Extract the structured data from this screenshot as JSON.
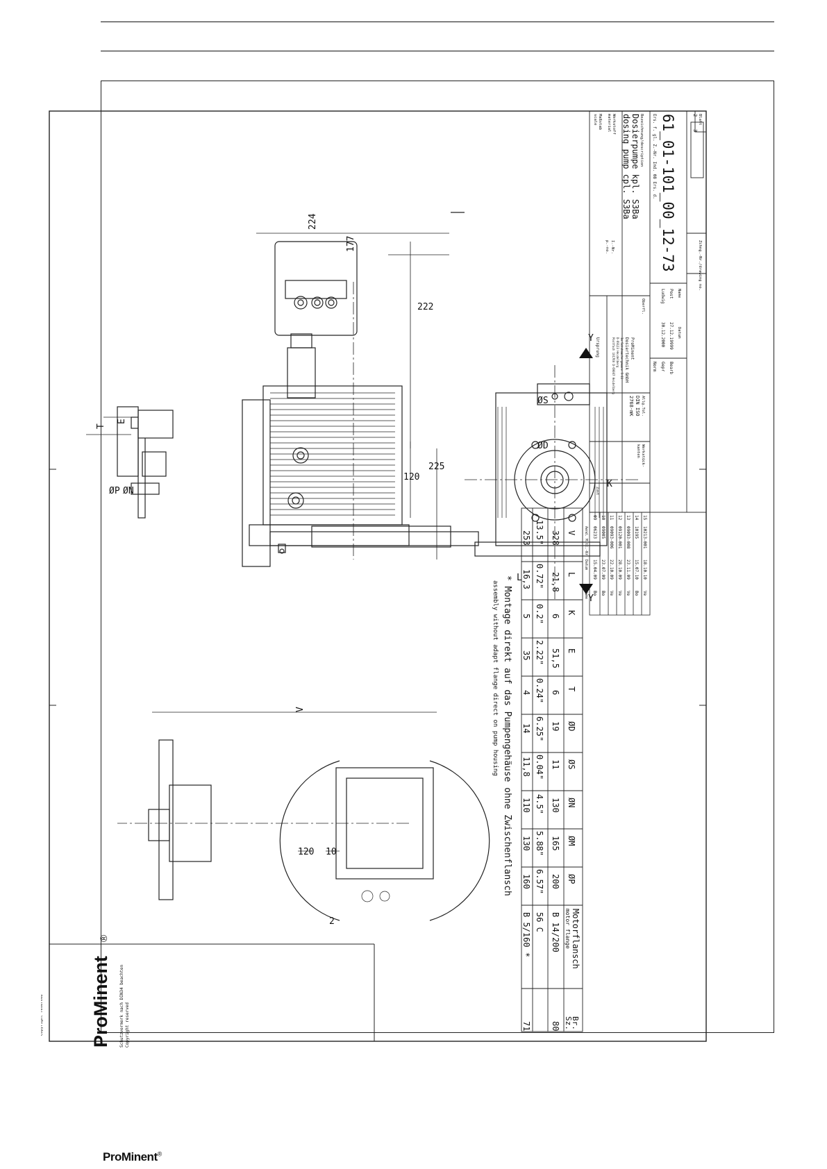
{
  "brand": {
    "name": "ProMinent",
    "registered": "®",
    "copyright": "Schutzvermerk nach DIN34 beachten",
    "copyright2": "Copyright reserved"
  },
  "footer": {
    "logo": "ProMinent",
    "mark": "®"
  },
  "drawing": {
    "dims": {
      "d224": "224",
      "d177": "177",
      "d222": "222",
      "d225": "225",
      "d120": "120",
      "dP": "ØP",
      "dN": "ØN",
      "dE": "E",
      "dT": "T",
      "dS": "ØS",
      "dD": "ØD",
      "dK": "K",
      "dL": "L",
      "dY": "Y",
      "dV": "V",
      "d10": "10",
      "d120b": "120",
      "d2": "2"
    },
    "note_de": "* Montage direkt auf das Pumpengehäuse ohne Zwischenflansch",
    "note_en": "assembly without adapt flange direct on pump housing"
  },
  "table": {
    "headers": [
      {
        "de": "Br.",
        "en": "Sz."
      },
      {
        "de": "Motorflansch",
        "en": "motor flange"
      },
      {
        "de": "ØP",
        "en": ""
      },
      {
        "de": "ØM",
        "en": ""
      },
      {
        "de": "ØN",
        "en": ""
      },
      {
        "de": "ØS",
        "en": ""
      },
      {
        "de": "ØD",
        "en": ""
      },
      {
        "de": "T",
        "en": ""
      },
      {
        "de": "E",
        "en": ""
      },
      {
        "de": "K",
        "en": ""
      },
      {
        "de": "L",
        "en": ""
      },
      {
        "de": "V",
        "en": ""
      }
    ],
    "rows": [
      [
        "80",
        "B 14/200",
        "200",
        "165",
        "130",
        "11",
        "19",
        "6",
        "51,5",
        "6",
        "21,8",
        "328"
      ],
      [
        "",
        "56 C",
        "6.57\"",
        "5.88\"",
        "4.5\"",
        "0.04\"",
        "6.25\"",
        "0.24\"",
        "2.22\"",
        "0.2\"",
        "0.72\"",
        "13.5\""
      ],
      [
        "71",
        "B 5/160   *",
        "160",
        "130",
        "110",
        "11,8",
        "14",
        "4",
        "35",
        "5",
        "16,3",
        "253"
      ]
    ]
  },
  "titleblock": {
    "massstab": "Maßstab",
    "scale": "scale",
    "inr": "I.-Nr.",
    "pno": "p.-no.",
    "werkstoff": "Werkstoff",
    "material": "material",
    "werkstueck": "Werkstück-",
    "kanten": "kanten",
    "allg": "Allg.Tol.",
    "din": "DIN ISO",
    "mk": "2768-mK",
    "oberfl": "Oberfl.",
    "bez": "Bezeichnung/description",
    "desc1": "Dosierpumpe kpl. S3Ba",
    "desc2": "dosing pump cpl. S3Ba",
    "drawno_label": "Zchng.-Nr./drawing no.",
    "drawno": "61_01-101_00_12-73",
    "blatt": "Blatt",
    "blatt_vals": [
      "1",
      "2",
      "3"
    ],
    "bl": "Bl.",
    "ers": "Ers. f.  gl. Z.-Nr. Ind. 08  Ers. d.",
    "datum": "Datum",
    "name": "Name",
    "bearb": "Bearb",
    "bearb_date": "27.12.19999",
    "bearb_name": "Post",
    "gepr": "Gepr",
    "gepr_date": "30.12.2000",
    "gepr_name": "Ludwig",
    "norm": "Norm",
    "company": [
      "ProMinent",
      "Dosiertechnik GmbH",
      "Im Schuhmachergewann 5-11",
      "D-69123 Heidelberg",
      "Postfach 101760  D-69007 Heidelberg"
    ],
    "urspr": "Ursprung",
    "revhead": [
      "Zust",
      "Aend. Mitt.-Nr",
      "Datum",
      "Name"
    ],
    "revs": [
      [
        "15",
        "10213-001",
        "18.10.10",
        "Ve"
      ],
      [
        "14",
        "10195",
        "15.07.10",
        "Bo"
      ],
      [
        "13",
        "09093-008",
        "23.11.09",
        "Ve"
      ],
      [
        "12",
        "09120-001",
        "28.10.09",
        "Ve"
      ],
      [
        "11",
        "09093-006",
        "22.10.09",
        "Ve"
      ],
      [
        "10",
        "09005",
        "23.07.09",
        "Bo"
      ],
      [
        "09",
        "06233",
        "15.04.09",
        "Bo"
      ]
    ]
  }
}
